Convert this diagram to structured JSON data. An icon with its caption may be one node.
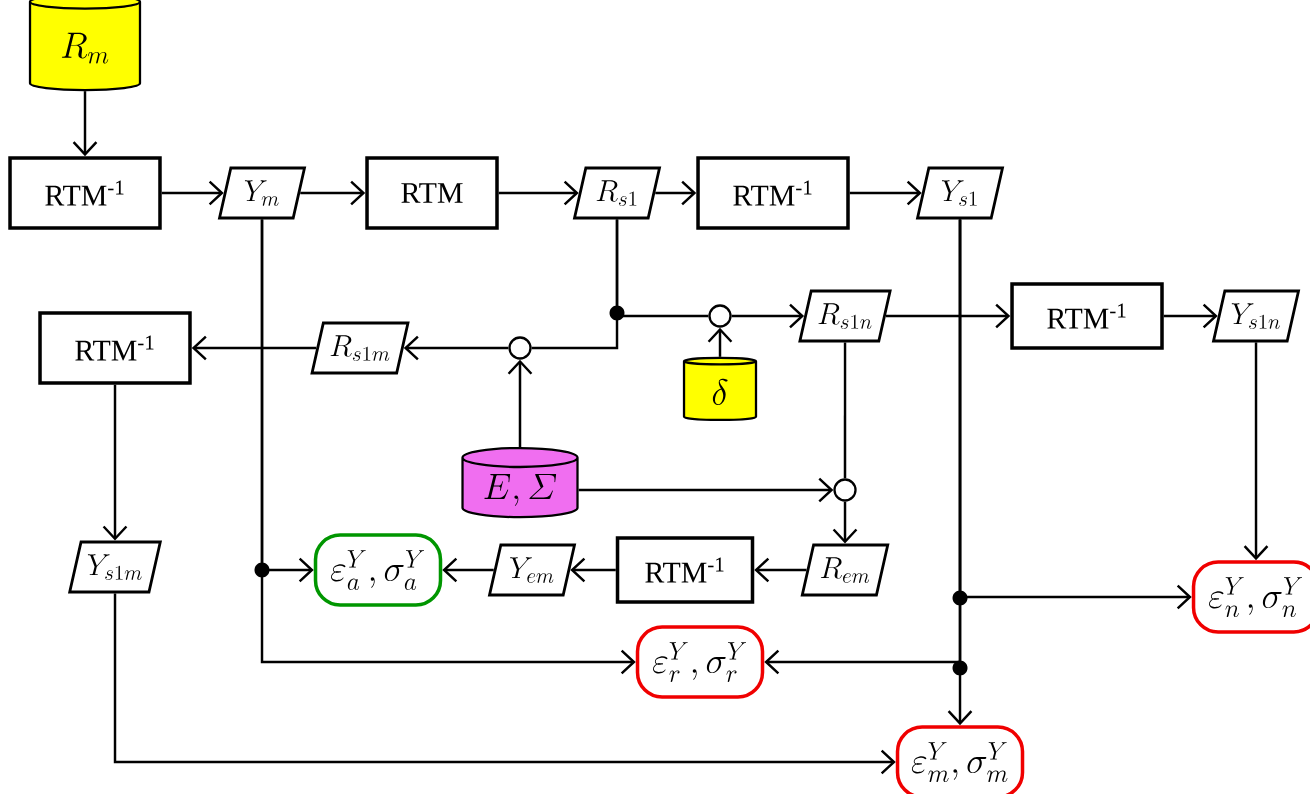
{
  "diagram": {
    "nodes": [
      {
        "text": [
          "R_{m}"
        ]
      },
      {
        "text": [
          "RTM$^{-1}$"
        ]
      },
      {
        "text": [
          "Y_{m}"
        ]
      },
      {
        "text": [
          "RTM"
        ]
      },
      {
        "text": [
          "R_{s1}"
        ]
      },
      {
        "text": [
          "RTM$^{-1}$"
        ]
      },
      {
        "text": [
          "Y_{s1}"
        ]
      },
      {
        "text": [
          "R_{s1n}"
        ]
      },
      {
        "text": [
          "RTM$^{-1}$"
        ]
      },
      {
        "text": [
          "Y_{s1n}"
        ]
      },
      {
        "text": [
          "RTM$^{-1}$"
        ]
      },
      {
        "text": [
          "R_{s1m}"
        ]
      },
      {
        "text": [
          "\\delta"
        ]
      },
      {
        "text": [
          "E,\\varSigma"
        ]
      },
      {
        "text": [
          "Y_{s1m}"
        ]
      },
      {
        "text": [
          "R_{em}"
        ]
      },
      {
        "text": [
          "RTM$^{-1}$"
        ]
      },
      {
        "text": [
          "Y_{em}"
        ]
      },
      {
        "text": [
          "\\varepsilon_{a}^{Y},\\sigma_{a}^{Y}"
        ]
      },
      {
        "text": [
          "\\varepsilon_{n}^{Y},\\sigma_{n}^{Y}"
        ]
      },
      {
        "text": [
          "\\varepsilon_{r}^{Y},\\sigma_{r}^{Y}"
        ]
      },
      {
        "text": [
          "\\varepsilon_{m}^{Y},\\sigma_{m}^{Y}"
        ]
      },
      {
        "text": [],
        "shape": "circle"
      },
      {
        "text": [],
        "shape": "circle"
      },
      {
        "text": [],
        "shape": "circle"
      }
    ],
    "edges": [
      {
        "from": 0,
        "to": 1,
        "arrow": "to"
      },
      {
        "from": 1,
        "to": 2,
        "arrow": "to"
      },
      {
        "from": 2,
        "to": 3,
        "arrow": "to"
      },
      {
        "from": 3,
        "to": 4,
        "arrow": "to"
      },
      {
        "from": 4,
        "to": 5,
        "arrow": "to"
      },
      {
        "from": 5,
        "to": 6,
        "arrow": "to"
      },
      {
        "from": 4,
        "to": 23,
        "arrow": "none"
      },
      {
        "from": 4,
        "to": 22,
        "arrow": "none"
      },
      {
        "from": 23,
        "to": 7,
        "arrow": "to"
      },
      {
        "from": 12,
        "to": 23,
        "arrow": "to"
      },
      {
        "from": 22,
        "to": 11,
        "arrow": "to"
      },
      {
        "from": 13,
        "to": 22,
        "arrow": "to"
      },
      {
        "from": 11,
        "to": 10,
        "arrow": "to"
      },
      {
        "from": 7,
        "to": 8,
        "arrow": "to"
      },
      {
        "from": 8,
        "to": 9,
        "arrow": "to"
      },
      {
        "from": 9,
        "to": 19,
        "arrow": "to"
      },
      {
        "from": 10,
        "to": 14,
        "arrow": "to"
      },
      {
        "from": 7,
        "to": 24,
        "arrow": "none"
      },
      {
        "from": 13,
        "to": 24,
        "arrow": "to"
      },
      {
        "from": 24,
        "to": 15,
        "arrow": "to"
      },
      {
        "from": 15,
        "to": 16,
        "arrow": "to"
      },
      {
        "from": 16,
        "to": 17,
        "arrow": "to"
      },
      {
        "from": 17,
        "to": 18,
        "arrow": "to"
      },
      {
        "from": 2,
        "to": 18,
        "arrow": "to"
      },
      {
        "from": 2,
        "to": 20,
        "arrow": "to"
      },
      {
        "from": 6,
        "to": 19,
        "arrow": "to"
      },
      {
        "from": 6,
        "to": 20,
        "arrow": "to"
      },
      {
        "from": 6,
        "to": 21,
        "arrow": "to"
      },
      {
        "from": 14,
        "to": 21,
        "arrow": "to"
      }
    ]
  }
}
